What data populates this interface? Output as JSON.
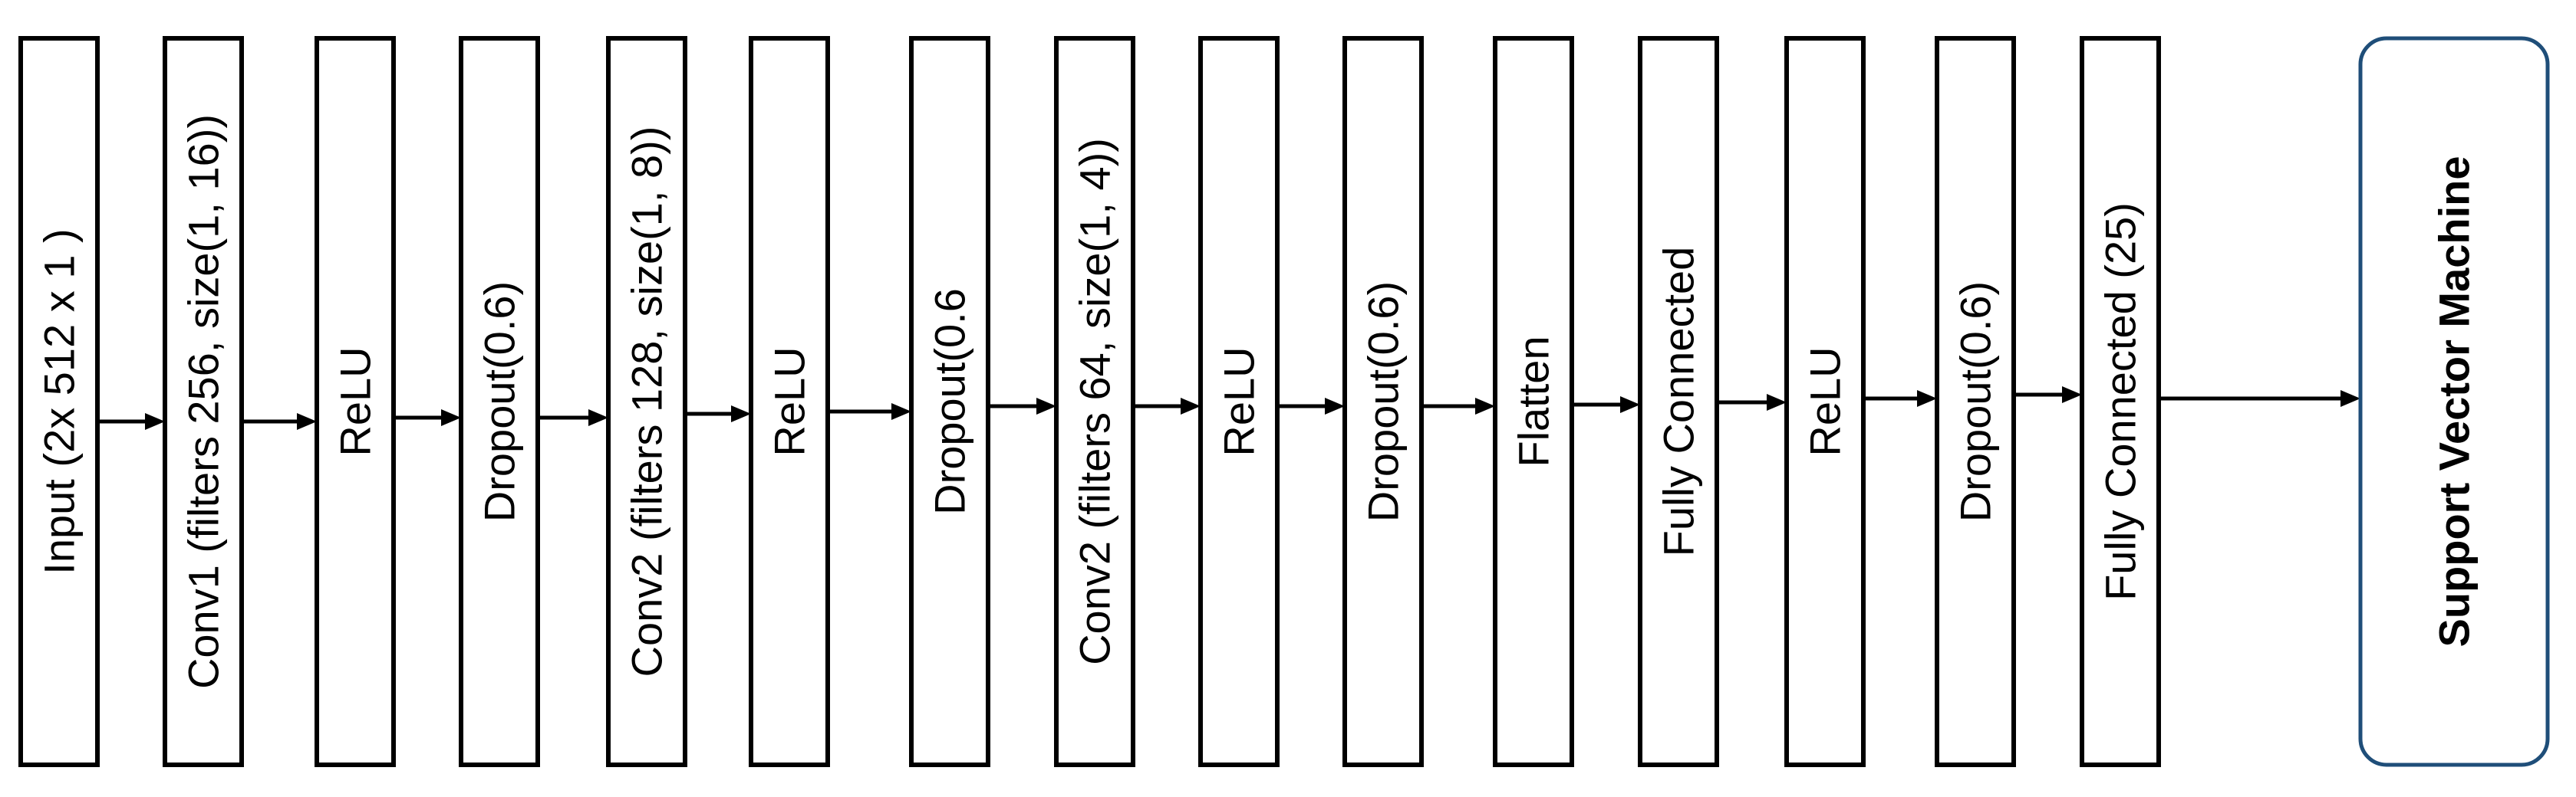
{
  "diagram": {
    "layers": [
      {
        "id": "input",
        "label": "Input (2x 512 x 1 )"
      },
      {
        "id": "conv1",
        "label": "Conv1 (filters 256, size(1, 16))"
      },
      {
        "id": "relu-1",
        "label": "ReLU"
      },
      {
        "id": "dropout-1",
        "label": "Dropout(0.6)"
      },
      {
        "id": "conv2-a",
        "label": "Conv2 (filters 128, size(1, 8))"
      },
      {
        "id": "relu-2",
        "label": "ReLU"
      },
      {
        "id": "dropout-2",
        "label": "Dropout(0.6"
      },
      {
        "id": "conv2-b",
        "label": "Conv2 (filters 64, size(1, 4))"
      },
      {
        "id": "relu-3",
        "label": "ReLU"
      },
      {
        "id": "dropout-3",
        "label": "Dropout(0.6)"
      },
      {
        "id": "flatten",
        "label": "Flatten"
      },
      {
        "id": "fully-connected-1",
        "label": "Fully Connected"
      },
      {
        "id": "relu-4",
        "label": "ReLU"
      },
      {
        "id": "dropout-4",
        "label": "Dropout(0.6)"
      },
      {
        "id": "fully-connected-2",
        "label": "Fully Connected (25)"
      }
    ],
    "classifier": {
      "id": "svm",
      "label": "Support Vector Machine"
    },
    "colors": {
      "box_stroke": "#000000",
      "classifier_stroke": "#1f4e79",
      "arrow": "#000000",
      "background": "#ffffff"
    }
  }
}
